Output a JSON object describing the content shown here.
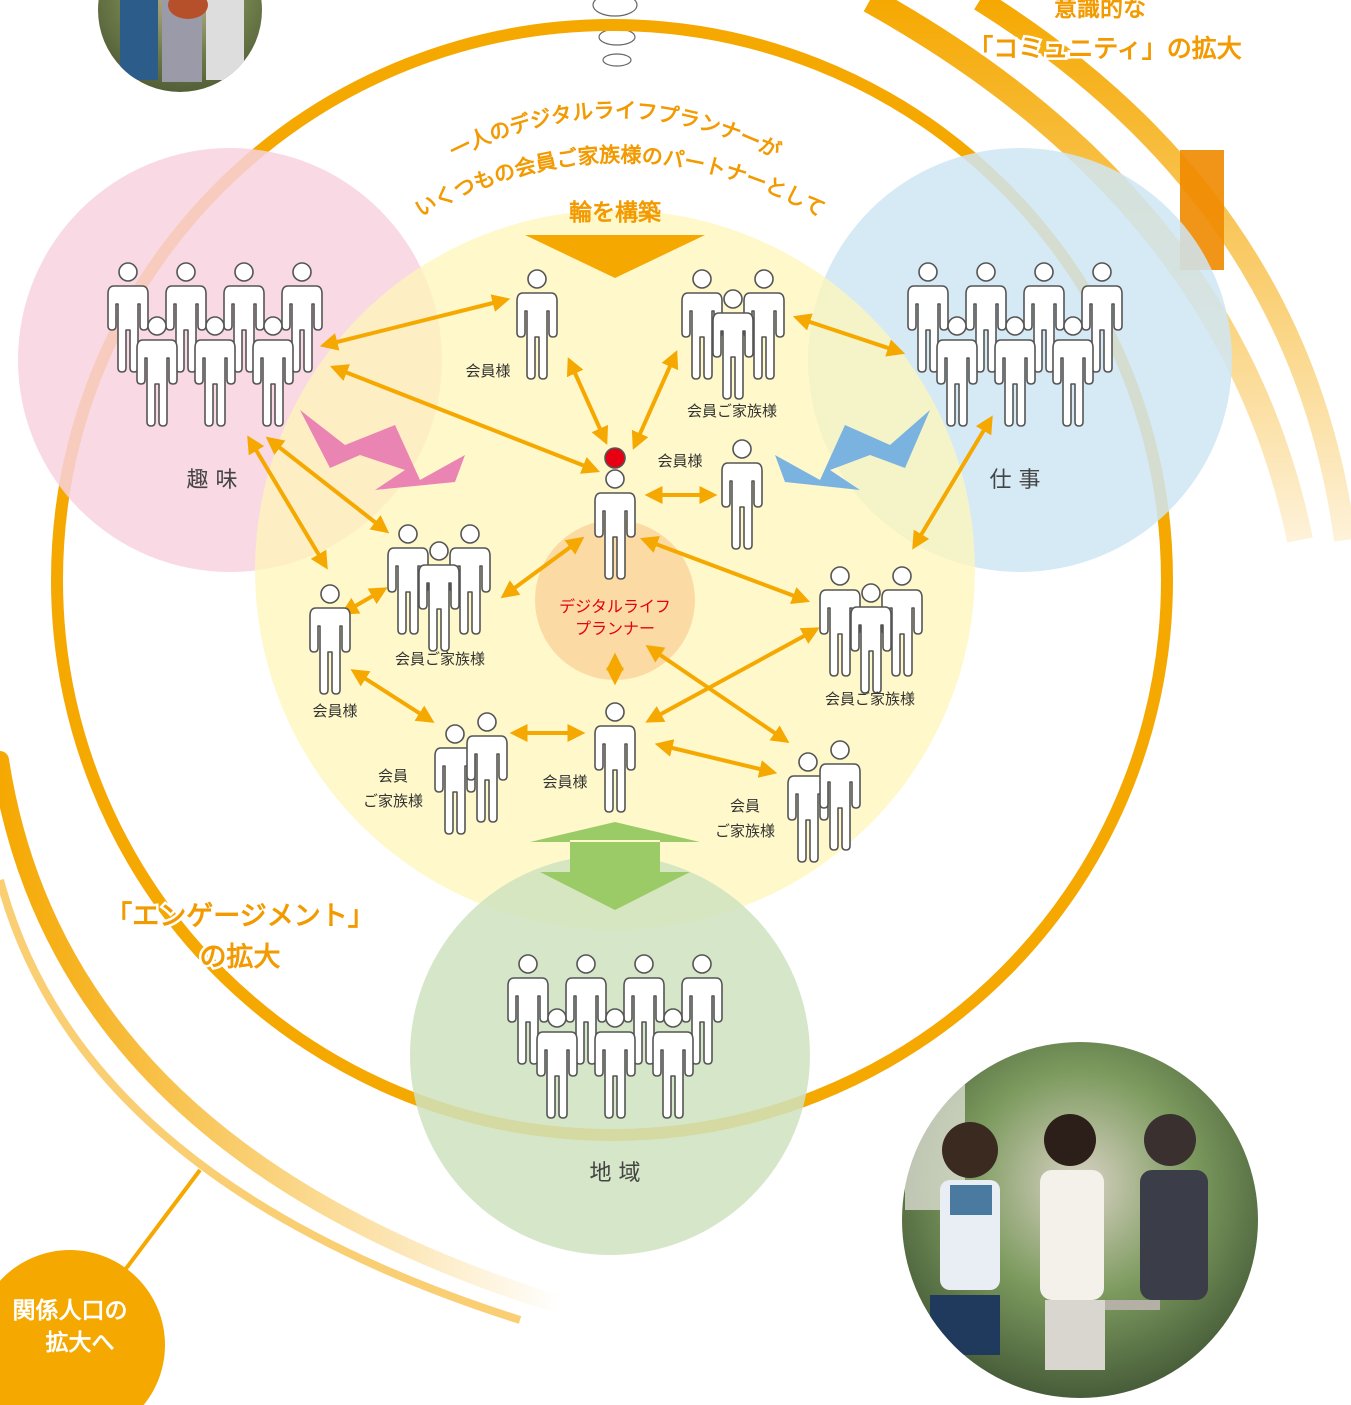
{
  "top_right_caption": {
    "line1": "意識的な",
    "line2": "「コミュニティ」の拡大"
  },
  "engagement_caption": {
    "line1": "「エンゲージメント」",
    "line2": "の拡大"
  },
  "relation_badge": {
    "line1": "関係人口の",
    "line2": "拡大へ"
  },
  "arc_caption": {
    "line1": "一人のデジタルライフプランナーが",
    "line2": "いくつもの会員ご家族様のパートナーとして",
    "line3": "輪を構築"
  },
  "circles": {
    "hobby": "趣 味",
    "work": "仕 事",
    "region": "地 域"
  },
  "center": {
    "line1": "デジタルライフ",
    "line2": "プランナー"
  },
  "people_labels": {
    "member_top": "会員様",
    "family_top": "会員ご家族様",
    "member_right": "会員様",
    "family_left": "会員ご家族様",
    "member_left": "会員様",
    "family_right": "会員ご家族様",
    "member_bottom": "会員様",
    "family_bottom_left_1": "会員",
    "family_bottom_left_2": "ご家族様",
    "family_bottom_right_1": "会員",
    "family_bottom_right_2": "ご家族様"
  },
  "colors": {
    "orange_ring": "#f5a800",
    "hobby_circle": "#f7d2df",
    "work_circle": "#cfe6f5",
    "region_circle": "#cfe3c0",
    "center_area": "#fff7c0",
    "arrow": "#f5a800",
    "pink_arrow": "#ea84b3",
    "blue_arrow": "#7ab3e0",
    "green_arrow": "#9bcb66",
    "planner_text": "#e60012",
    "caption_orange": "#f29a00"
  }
}
